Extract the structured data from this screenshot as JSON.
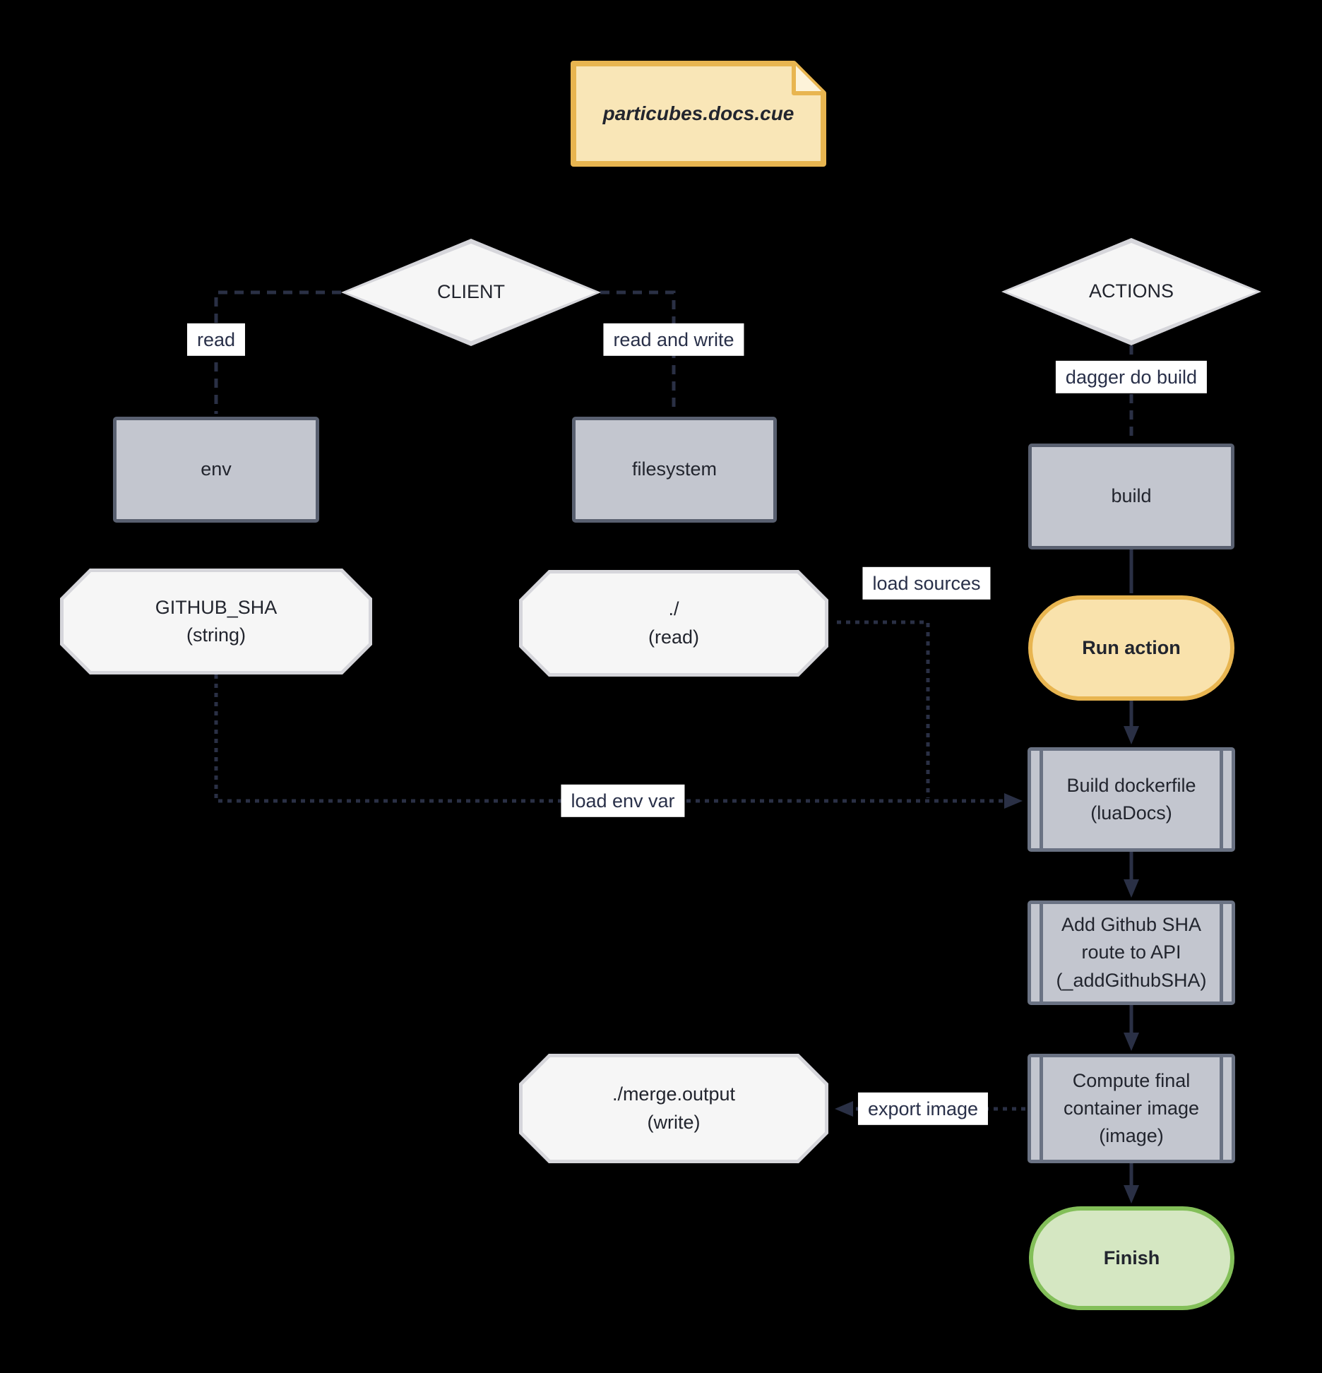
{
  "note": {
    "label": "particubes.docs.cue"
  },
  "nodes": {
    "client": {
      "label": "CLIENT"
    },
    "actions": {
      "label": "ACTIONS"
    },
    "env": {
      "label": "env"
    },
    "filesystem": {
      "label": "filesystem"
    },
    "build": {
      "label": "build"
    },
    "github_sha": {
      "line1": "GITHUB_SHA",
      "line2": "(string)"
    },
    "dot_read": {
      "line1": "./",
      "line2": "(read)"
    },
    "merge_output": {
      "line1": "./merge.output",
      "line2": "(write)"
    },
    "run_action": {
      "label": "Run action"
    },
    "build_dockerfile": {
      "line1": "Build dockerfile",
      "line2": "(luaDocs)"
    },
    "add_github_sha": {
      "line1": "Add Github SHA",
      "line2": "route to API",
      "line3": "(_addGithubSHA)"
    },
    "compute_final": {
      "line1": "Compute final",
      "line2": "container image",
      "line3": "(image)"
    },
    "finish": {
      "label": "Finish"
    }
  },
  "edge_labels": {
    "read": "read",
    "read_and_write": "read and write",
    "dagger_do_build": "dagger do build",
    "load_sources": "load sources",
    "load_env_var": "load env var",
    "export_image": "export image"
  },
  "colors": {
    "background": "#000000",
    "edge": "#2a3045",
    "node_fill_light": "#f6f6f6",
    "node_border_light": "#d6d6db",
    "box_fill": "#c3c6cf",
    "box_border": "#596070",
    "subroutine_border": "#6a7283",
    "note_fill": "#f9e6b7",
    "note_border": "#e8b550",
    "run_fill": "#f9e2ac",
    "run_border": "#e8b550",
    "finish_fill": "#d5e7c2",
    "finish_border": "#83bf59",
    "label_bg": "#ffffff",
    "label_text": "#293049"
  }
}
